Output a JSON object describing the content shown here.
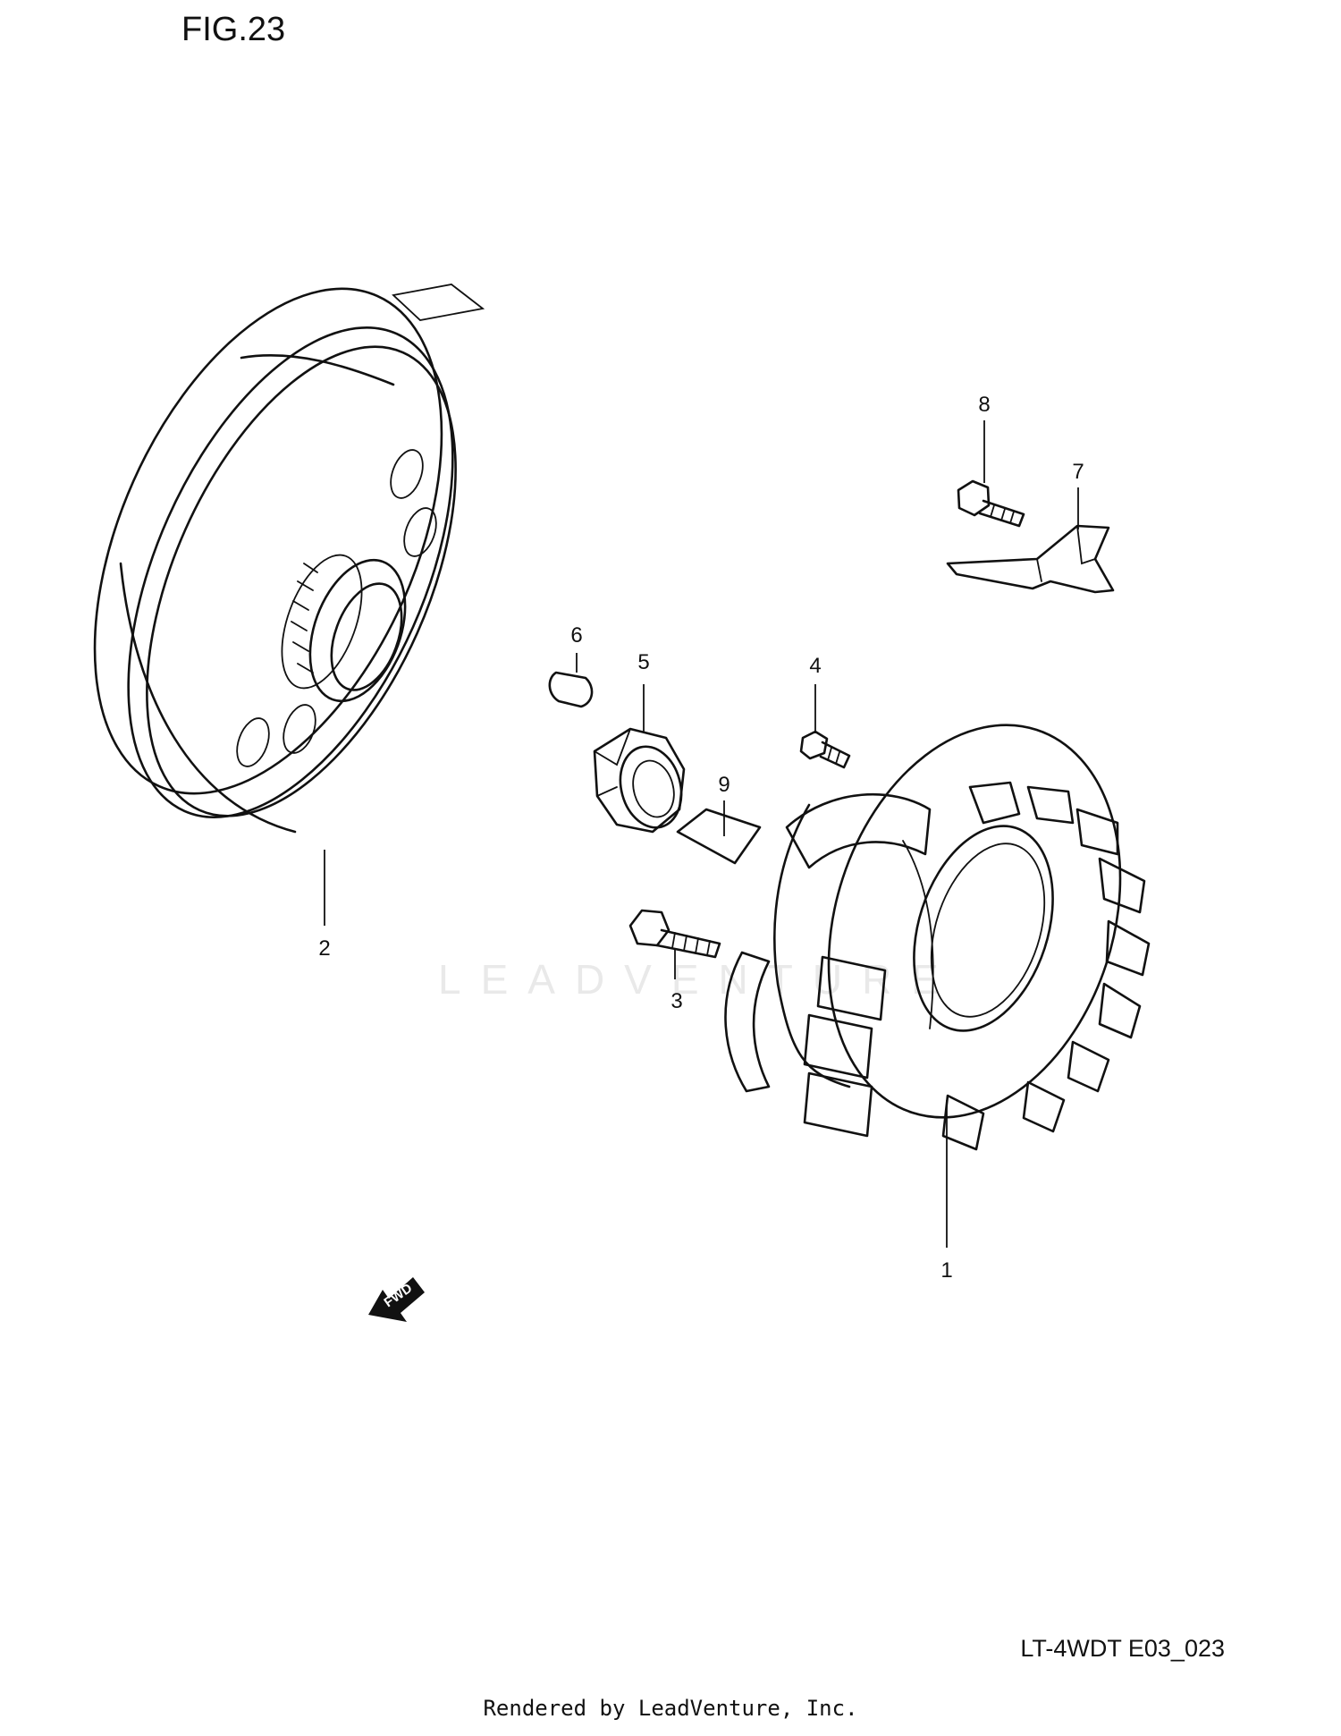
{
  "figure": {
    "title": "FIG.23",
    "code": "LT-4WDT E03_023"
  },
  "watermark": {
    "text": "LEADVENTURE"
  },
  "footer": {
    "credit": "Rendered by LeadVenture, Inc."
  },
  "direction_marker": {
    "label": "FWD",
    "icon": "fwd-arrow-icon"
  },
  "callouts": [
    {
      "number": "1",
      "part": "stator-coil"
    },
    {
      "number": "2",
      "part": "flywheel-rotor"
    },
    {
      "number": "3",
      "part": "stator-bolt"
    },
    {
      "number": "4",
      "part": "screw"
    },
    {
      "number": "5",
      "part": "rotor-nut"
    },
    {
      "number": "6",
      "part": "woodruff-key"
    },
    {
      "number": "7",
      "part": "wire-clamp"
    },
    {
      "number": "8",
      "part": "clamp-bolt"
    },
    {
      "number": "9",
      "part": "label"
    }
  ]
}
